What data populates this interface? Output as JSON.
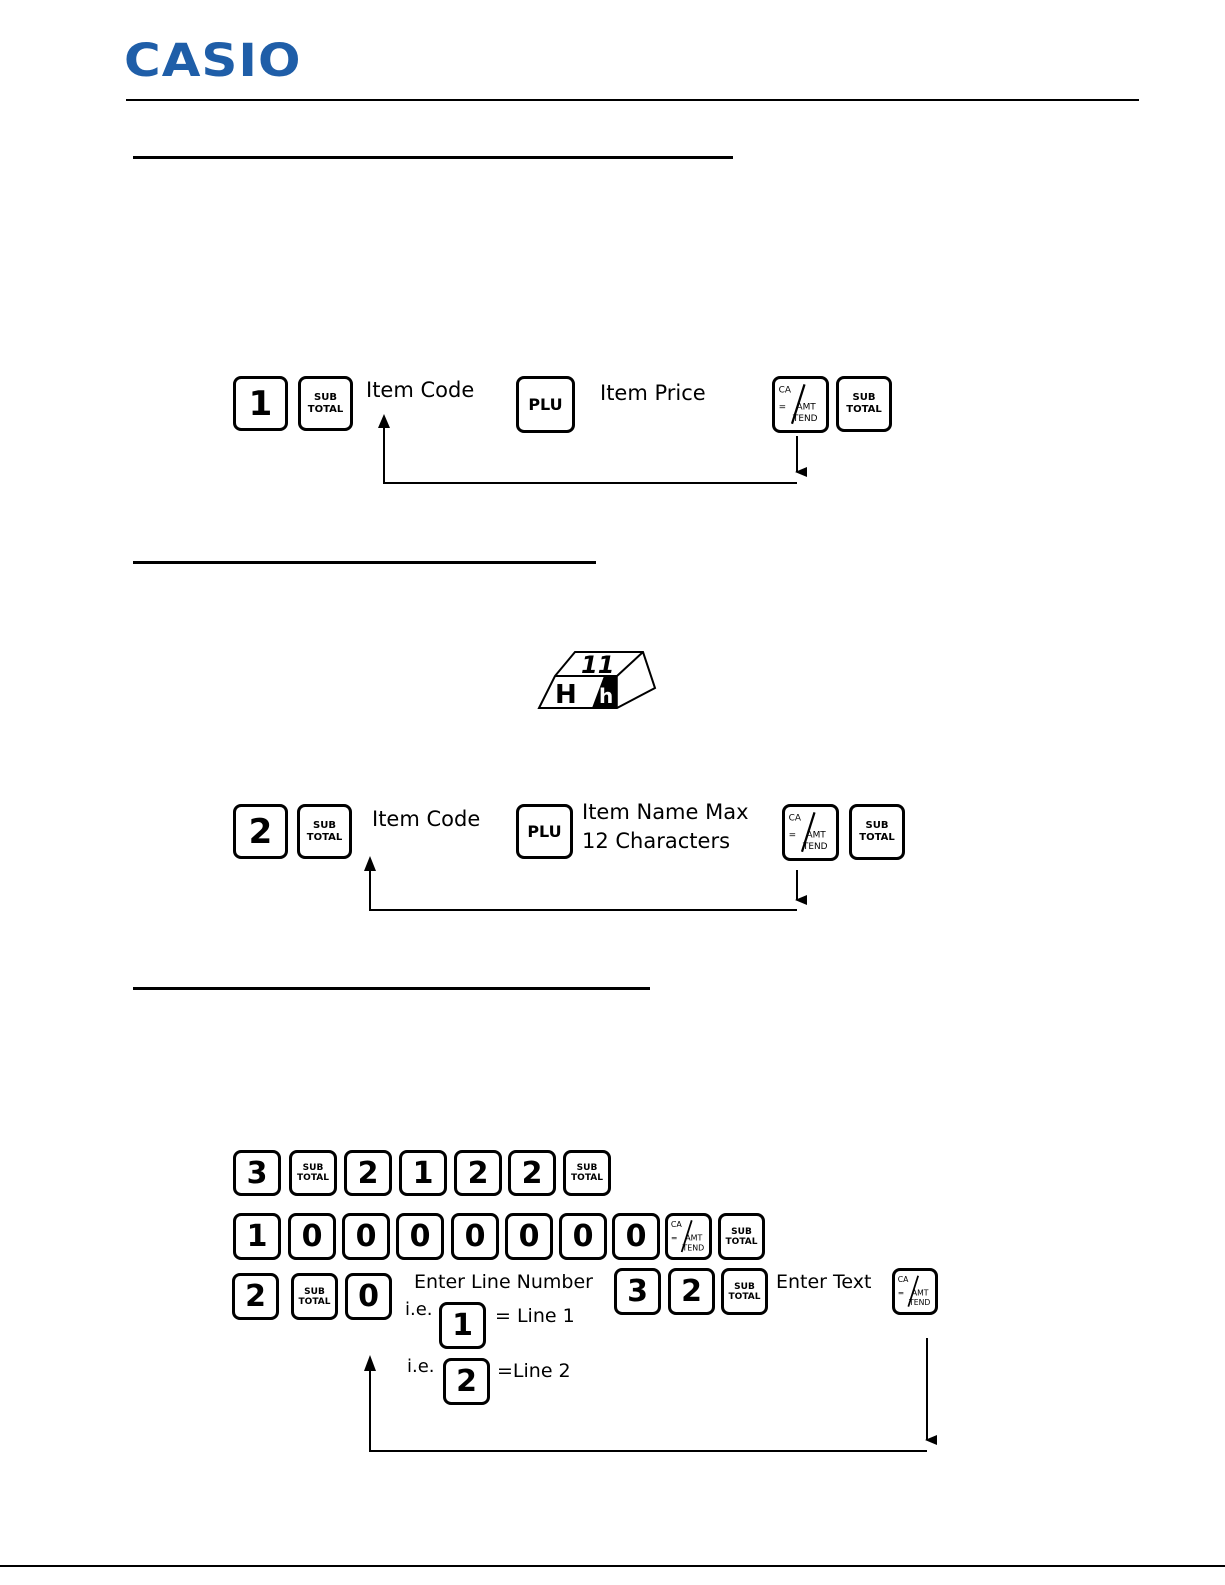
{
  "header": {
    "logo_text": "CASIO",
    "brand_color": "#1f5ea8"
  },
  "keys": {
    "sub_top": "SUB",
    "sub_bottom": "TOTAL",
    "plu": "PLU",
    "ca_top": "CA",
    "ca_eq": "=",
    "ca_amt": "AMT",
    "ca_tend": "TEND"
  },
  "section1": {
    "start_key": "1",
    "item_code_label": "Item Code",
    "item_price_label": "Item Price"
  },
  "section2": {
    "start_key": "2",
    "item_code_label": "Item Code",
    "item_name_line1": "Item Name Max",
    "item_name_line2": "12 Characters",
    "hh_key": {
      "top": "11",
      "left": "H",
      "right": "h"
    }
  },
  "section3": {
    "row1_keys": [
      "3",
      "2",
      "1",
      "2",
      "2"
    ],
    "row2_keys": [
      "1",
      "0",
      "0",
      "0",
      "0",
      "0",
      "0",
      "0"
    ],
    "row3_start_keys": [
      "2",
      "0"
    ],
    "enter_line_label": "Enter Line Number",
    "ie1_label": "i.e.",
    "ie1_key": "1",
    "line1_label": "= Line 1",
    "ie2_label": "i.e.",
    "ie2_key": "2",
    "line2_label": "=Line 2",
    "row3_mid_keys": [
      "3",
      "2"
    ],
    "enter_text_label": "Enter Text"
  }
}
